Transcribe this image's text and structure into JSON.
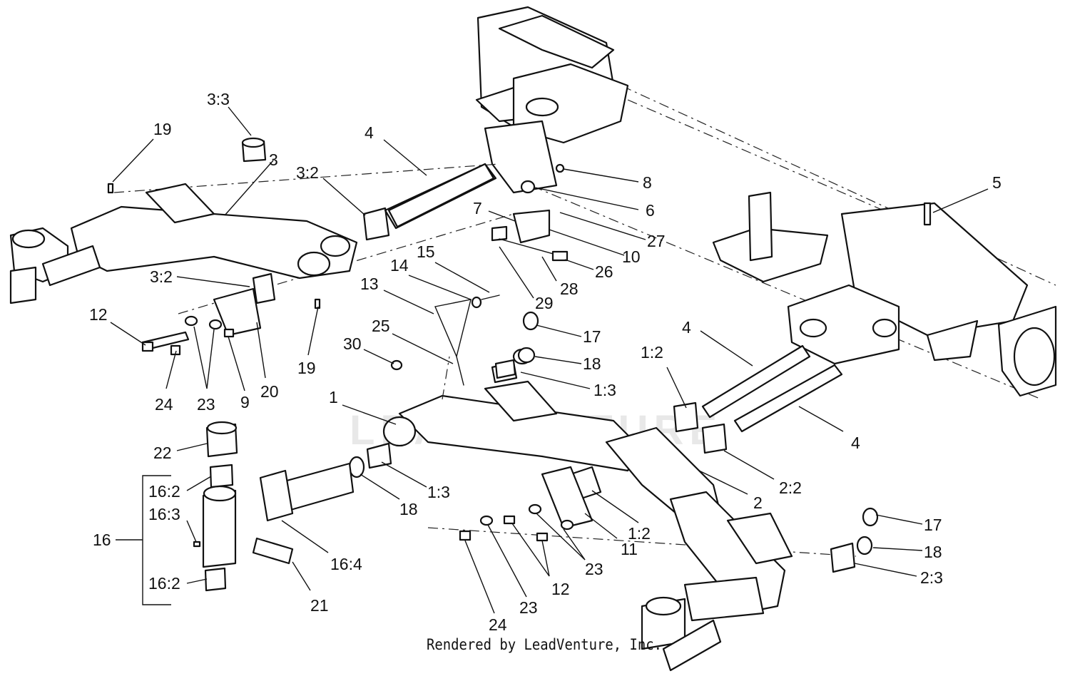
{
  "watermark": "LEADVENTURE",
  "footer": {
    "text": "Rendered by LeadVenture, Inc."
  },
  "callouts": [
    "3:3",
    "19",
    "3",
    "4",
    "3:2",
    "8",
    "6",
    "5",
    "7",
    "27",
    "10",
    "26",
    "28",
    "29",
    "15",
    "14",
    "13",
    "3:2",
    "12",
    "25",
    "30",
    "17",
    "18",
    "24",
    "23",
    "9",
    "20",
    "19",
    "4",
    "1:2",
    "1:3",
    "1",
    "22",
    "16:2",
    "16:3",
    "16",
    "16:2",
    "18",
    "1:3",
    "16:4",
    "21",
    "4",
    "2:2",
    "2",
    "11",
    "1:2",
    "23",
    "12",
    "24",
    "23",
    "17",
    "18",
    "2:3"
  ]
}
